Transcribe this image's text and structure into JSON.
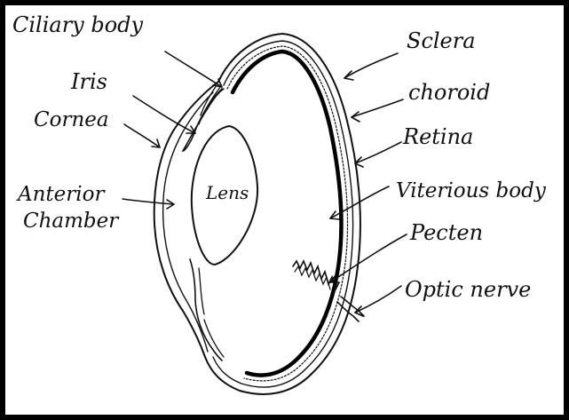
{
  "diagram": {
    "labels": {
      "ciliary_body": "Ciliary body",
      "iris": "Iris",
      "cornea": "Cornea",
      "anterior": "Anterior",
      "chamber": "Chamber",
      "lens": "Lens",
      "sclera": "Sclera",
      "choroid": "choroid",
      "retina": "Retina",
      "vitreous_body": "Viterious body",
      "pecten": "Pecten",
      "optic_nerve": "Optic nerve"
    }
  }
}
